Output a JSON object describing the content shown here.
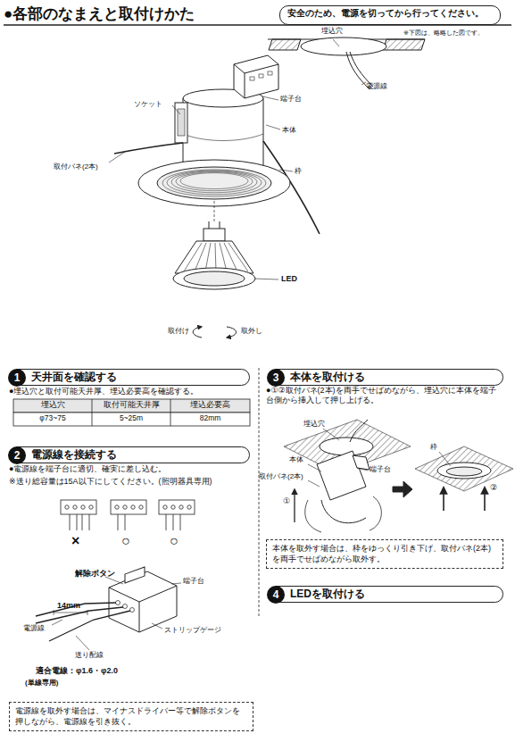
{
  "diagram": {
    "title": "●各部のなまえと取付けかた",
    "nodes": [
      {
        "text": [
          "安全のため、電源を切ってから行ってください。"
        ]
      },
      {
        "text": [
          "1",
          "天井面を確認する"
        ]
      },
      {
        "text": [
          "2",
          "電源線を接続する"
        ]
      },
      {
        "text": [
          "電源線を取外す場合は、マイナスドライバー等で解除ボタンを押しながら、電源線を引き抜く。"
        ]
      },
      {
        "text": [
          "3",
          "本体を取付ける"
        ]
      },
      {
        "text": [
          "本体を取外す場合は、枠をゆっくり引き下げ、取付バネ(2本)を両手でせばめながら取外す。"
        ]
      },
      {
        "text": [
          "4",
          "LEDを取付ける"
        ]
      }
    ],
    "labels": [
      "※下図は、略略した図です。",
      "埋込穴",
      "電源線",
      "端子台",
      "ソケット",
      "本体",
      "取付バネ(2本)",
      "枠",
      "LED",
      "取付け",
      "取外し",
      "●埋込穴と取付可能天井厚、埋込必要高を確認する。",
      "埋込穴",
      "取付可能天井厚",
      "埋込必要高",
      "φ73~75",
      "5~25m",
      "82mm",
      "●電源線を端子台に適切、確実に差し込む。",
      "※送り総容量は15A以下にしてください。(照明器具専用)",
      "×",
      "○",
      "○",
      "解除ボタン",
      "端子台",
      "14mm",
      "電源線",
      "ストリップゲージ",
      "送り配線",
      "適合電線：φ1.6・φ2.0",
      "(単線専用)",
      "●①②取付バネ(2本)を両手でせばめながら、埋込穴に本体を端子台側から挿入して押し上げる。",
      "埋込穴",
      "本体",
      "端子台",
      "取付バネ(2本)",
      "①",
      "枠",
      "②"
    ]
  }
}
